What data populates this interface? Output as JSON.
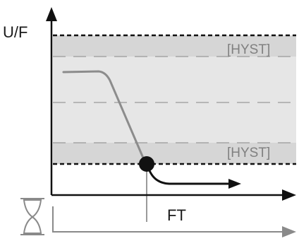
{
  "diagram": {
    "y_axis_label": "U/F",
    "x_axis_label": "FT",
    "upper_band_label": "[HYST]",
    "lower_band_label": "[HYST]",
    "icons": {
      "hourglass": "hourglass-icon"
    },
    "colors": {
      "band_outer": "#d6d6d6",
      "band_inner": "#e6e6e6",
      "curve_fade": "#8c8c8c",
      "curve_solid": "#111111",
      "time_axis": "#8a8a8a",
      "dashed_limit": "#111111"
    }
  }
}
